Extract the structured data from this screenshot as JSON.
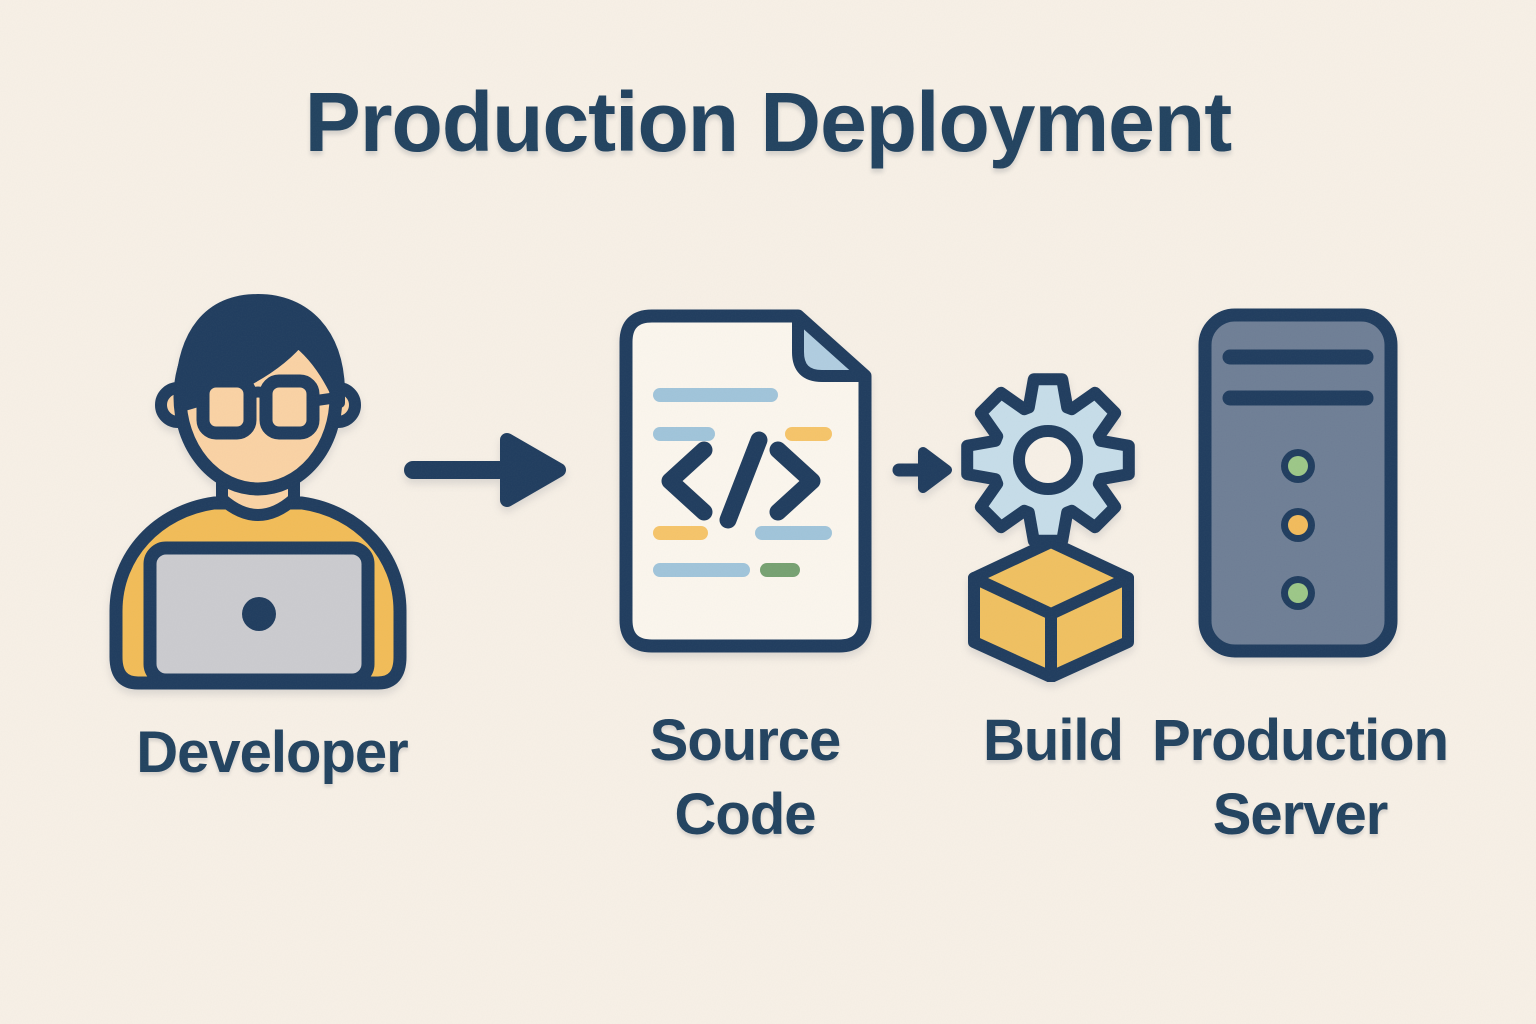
{
  "title": "Production Deployment",
  "flow": {
    "nodes": [
      {
        "id": "developer",
        "label": "Developer",
        "icon": "developer-at-laptop-icon"
      },
      {
        "id": "source_code",
        "label": "Source Code",
        "icon": "code-document-icon"
      },
      {
        "id": "build",
        "label": "Build",
        "icon": "gear-package-icon"
      },
      {
        "id": "production_server",
        "label": "Production Server",
        "icon": "server-tower-icon"
      }
    ],
    "connections": [
      {
        "from": "developer",
        "to": "source_code",
        "style": "large-arrow"
      },
      {
        "from": "source_code",
        "to": "build",
        "style": "small-arrow"
      }
    ]
  },
  "colors": {
    "background": "#f7f0e6",
    "outline_navy": "#1f3c5e",
    "text_navy": "#21425f",
    "shirt_yellow": "#f2bc57",
    "skin": "#fad2a4",
    "laptop_gray": "#cbcbcf",
    "gear_light_blue": "#c6dde9",
    "code_bar_blue": "#a0c4da",
    "code_bar_yellow": "#f6c469",
    "code_bar_green": "#76a171",
    "paper_fill": "#fbf6ed",
    "paper_fold_blue": "#b0cde0",
    "box_yellow": "#f0c060",
    "server_slate": "#6e7e95",
    "led_green": "#9cc787",
    "led_yellow": "#f2bb5b"
  }
}
